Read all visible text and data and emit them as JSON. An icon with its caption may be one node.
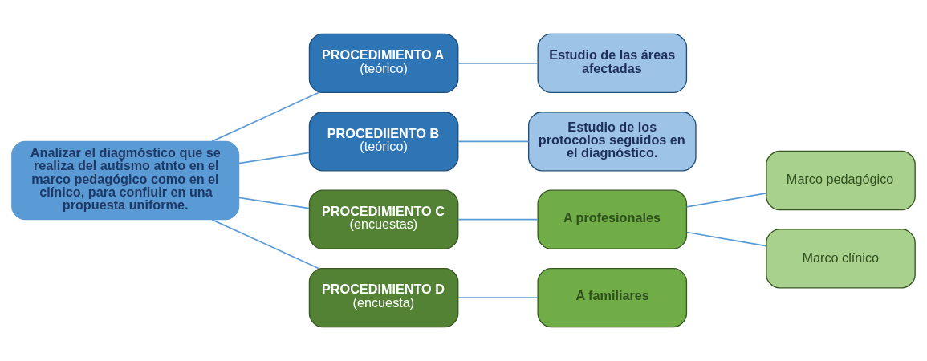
{
  "diagram": {
    "nodes": [
      {
        "text": [
          "Analizar el diagmóstico que se realiza del autismo atnto en el marco pedagógico como en el clínico, para confluir en una propuesta uniforme."
        ]
      },
      {
        "text": [
          "PROCEDIMIENTO A",
          "(teórico)"
        ]
      },
      {
        "text": [
          "Estudio de las áreas afectadas"
        ]
      },
      {
        "text": [
          "PROCEDIIENTO B",
          "(teórico)"
        ]
      },
      {
        "text": [
          "Estudio de los protocolos seguidos en el diagnóstico."
        ]
      },
      {
        "text": [
          "PROCEDIMIENTO C",
          "(encuestas)"
        ]
      },
      {
        "text": [
          "A profesionales"
        ]
      },
      {
        "text": [
          "Marco pedagógico"
        ]
      },
      {
        "text": [
          "Marco clínico"
        ]
      },
      {
        "text": [
          "PROCEDIMIENTO D",
          "(encuesta)"
        ]
      },
      {
        "text": [
          "A familiares"
        ]
      }
    ],
    "edges": [
      {
        "from": 0,
        "to": 1,
        "arrow": "none"
      },
      {
        "from": 0,
        "to": 3,
        "arrow": "none"
      },
      {
        "from": 0,
        "to": 5,
        "arrow": "none"
      },
      {
        "from": 0,
        "to": 9,
        "arrow": "none"
      },
      {
        "from": 1,
        "to": 2,
        "arrow": "none"
      },
      {
        "from": 3,
        "to": 4,
        "arrow": "none"
      },
      {
        "from": 5,
        "to": 6,
        "arrow": "none"
      },
      {
        "from": 6,
        "to": 7,
        "arrow": "none"
      },
      {
        "from": 6,
        "to": 8,
        "arrow": "none"
      },
      {
        "from": 9,
        "to": 10,
        "arrow": "none"
      }
    ]
  }
}
